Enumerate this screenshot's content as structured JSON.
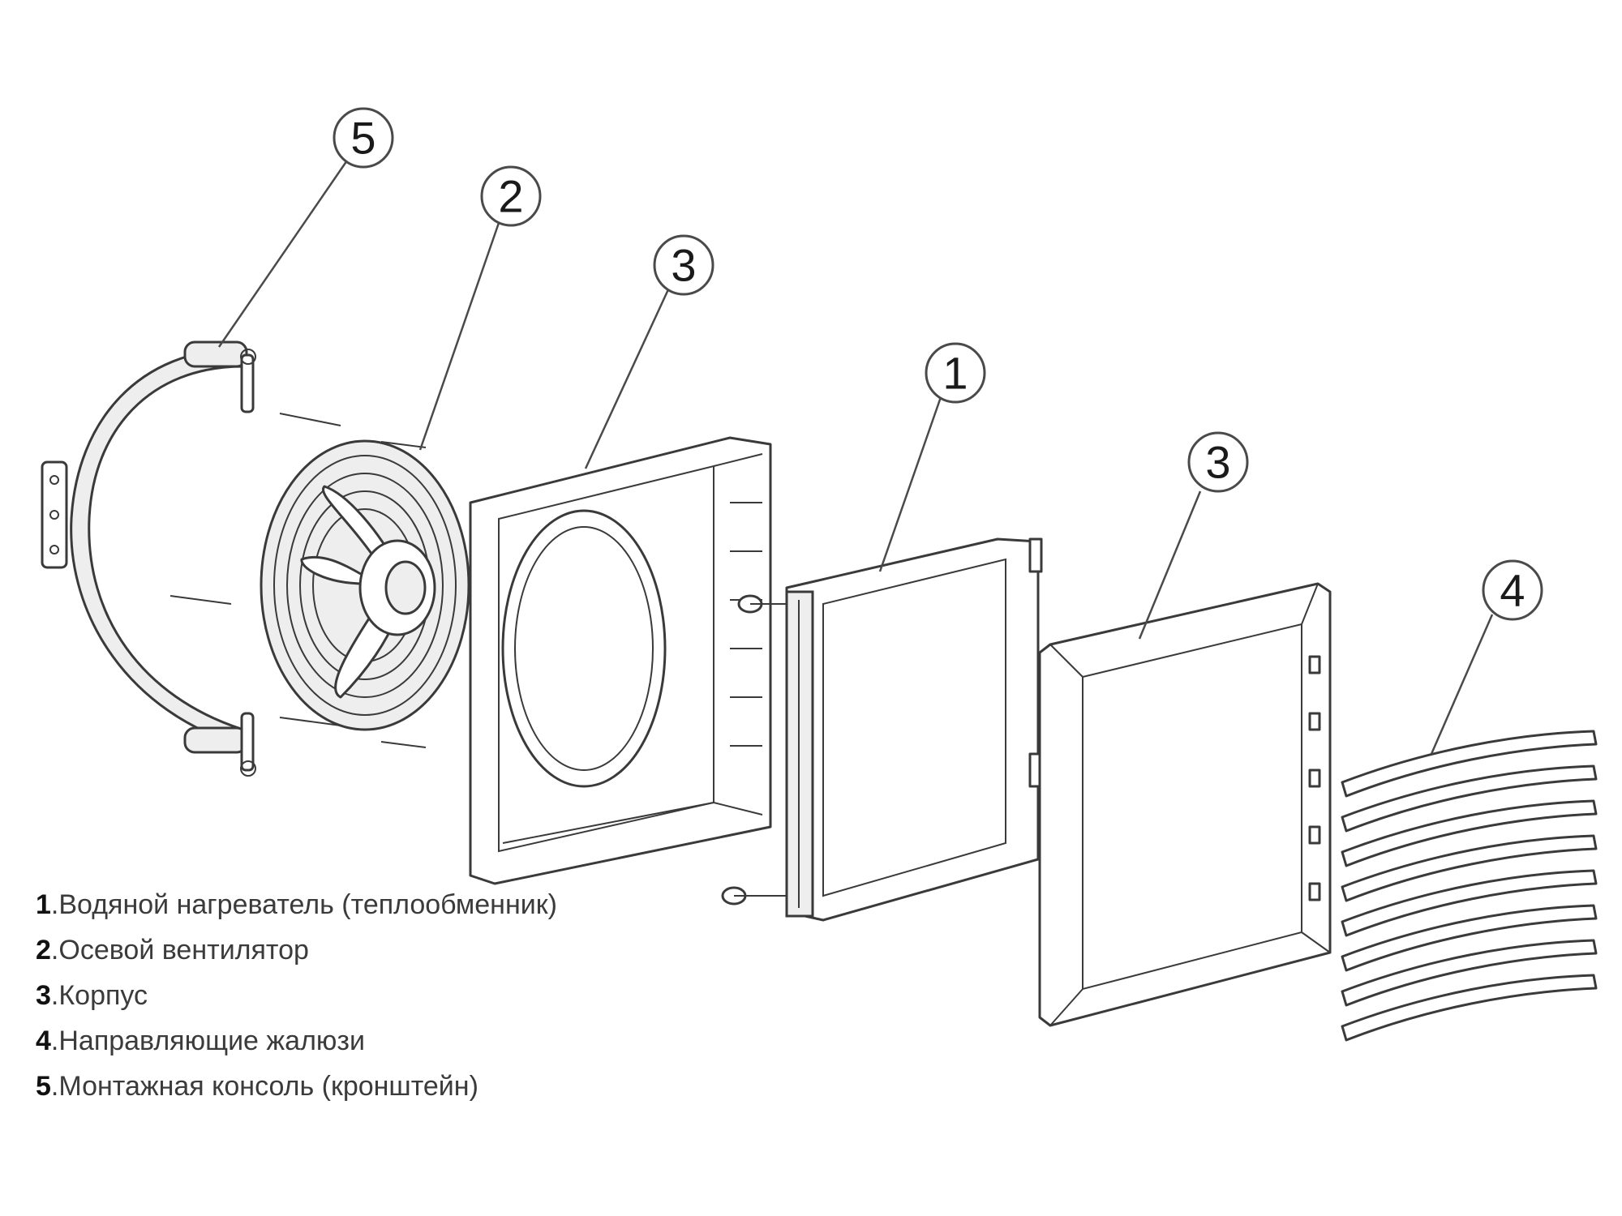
{
  "callouts": [
    {
      "number": "5",
      "part": "mounting-bracket"
    },
    {
      "number": "2",
      "part": "axial-fan"
    },
    {
      "number": "3",
      "part": "housing-rear"
    },
    {
      "number": "1",
      "part": "water-heater"
    },
    {
      "number": "3",
      "part": "housing-front"
    },
    {
      "number": "4",
      "part": "louvers"
    }
  ],
  "legend": [
    {
      "number": "1",
      "text": ".Водяной нагреватель (теплообменник)"
    },
    {
      "number": "2",
      "text": ".Осевой вентилятор"
    },
    {
      "number": "3",
      "text": ".Корпус"
    },
    {
      "number": "4",
      "text": ".Направляющие жалюзи"
    },
    {
      "number": "5",
      "text": ".Монтажная консоль (кронштейн)"
    }
  ]
}
